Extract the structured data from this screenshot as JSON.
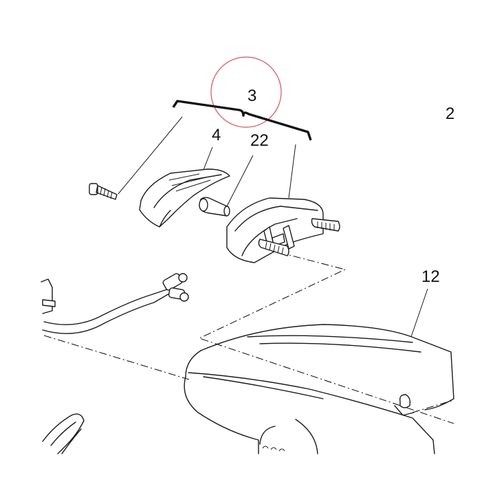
{
  "callouts": {
    "assembly": "3",
    "lens": "4",
    "bulb": "22",
    "fender": "12",
    "edge_partial": "2"
  },
  "highlight": {
    "marker": "red-circle",
    "color": "#d8545c"
  }
}
